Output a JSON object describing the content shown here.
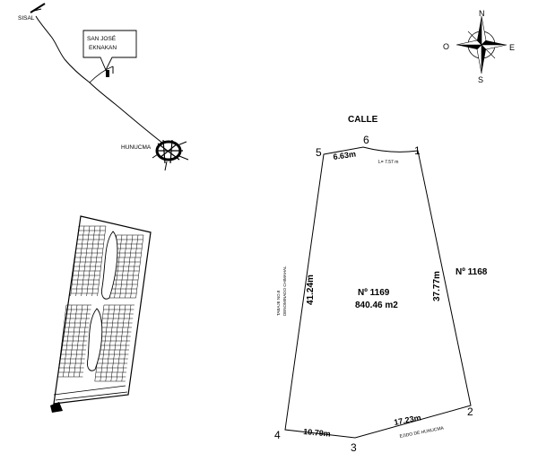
{
  "location_map": {
    "sisal": "SISAL",
    "san_jose_line1": "SAN JOSÉ",
    "san_jose_line2": "EKNAKAN",
    "hunucma": "HUNUCMA"
  },
  "compass": {
    "n": "N",
    "s": "S",
    "e": "E",
    "o": "O"
  },
  "lot": {
    "street": "CALLE",
    "lot_number": "Nº 1169",
    "area": "840.46 m2",
    "neighbor_east": "Nº 1168",
    "neighbor_south": "EJIDO DE HUNUCMA",
    "neighbor_west_line1": "TABAJE NO.8",
    "neighbor_west_line2": "DENOMINADO CHIMAHAL",
    "arc_label": "L= 7.57 m",
    "vertices": [
      "1",
      "2",
      "3",
      "4",
      "5",
      "6"
    ],
    "sides": {
      "s_5_6": "6.63m",
      "s_1_2": "37.77m",
      "s_2_3": "17.23m",
      "s_3_4": "10.79m",
      "s_4_5": "41.24m"
    }
  }
}
